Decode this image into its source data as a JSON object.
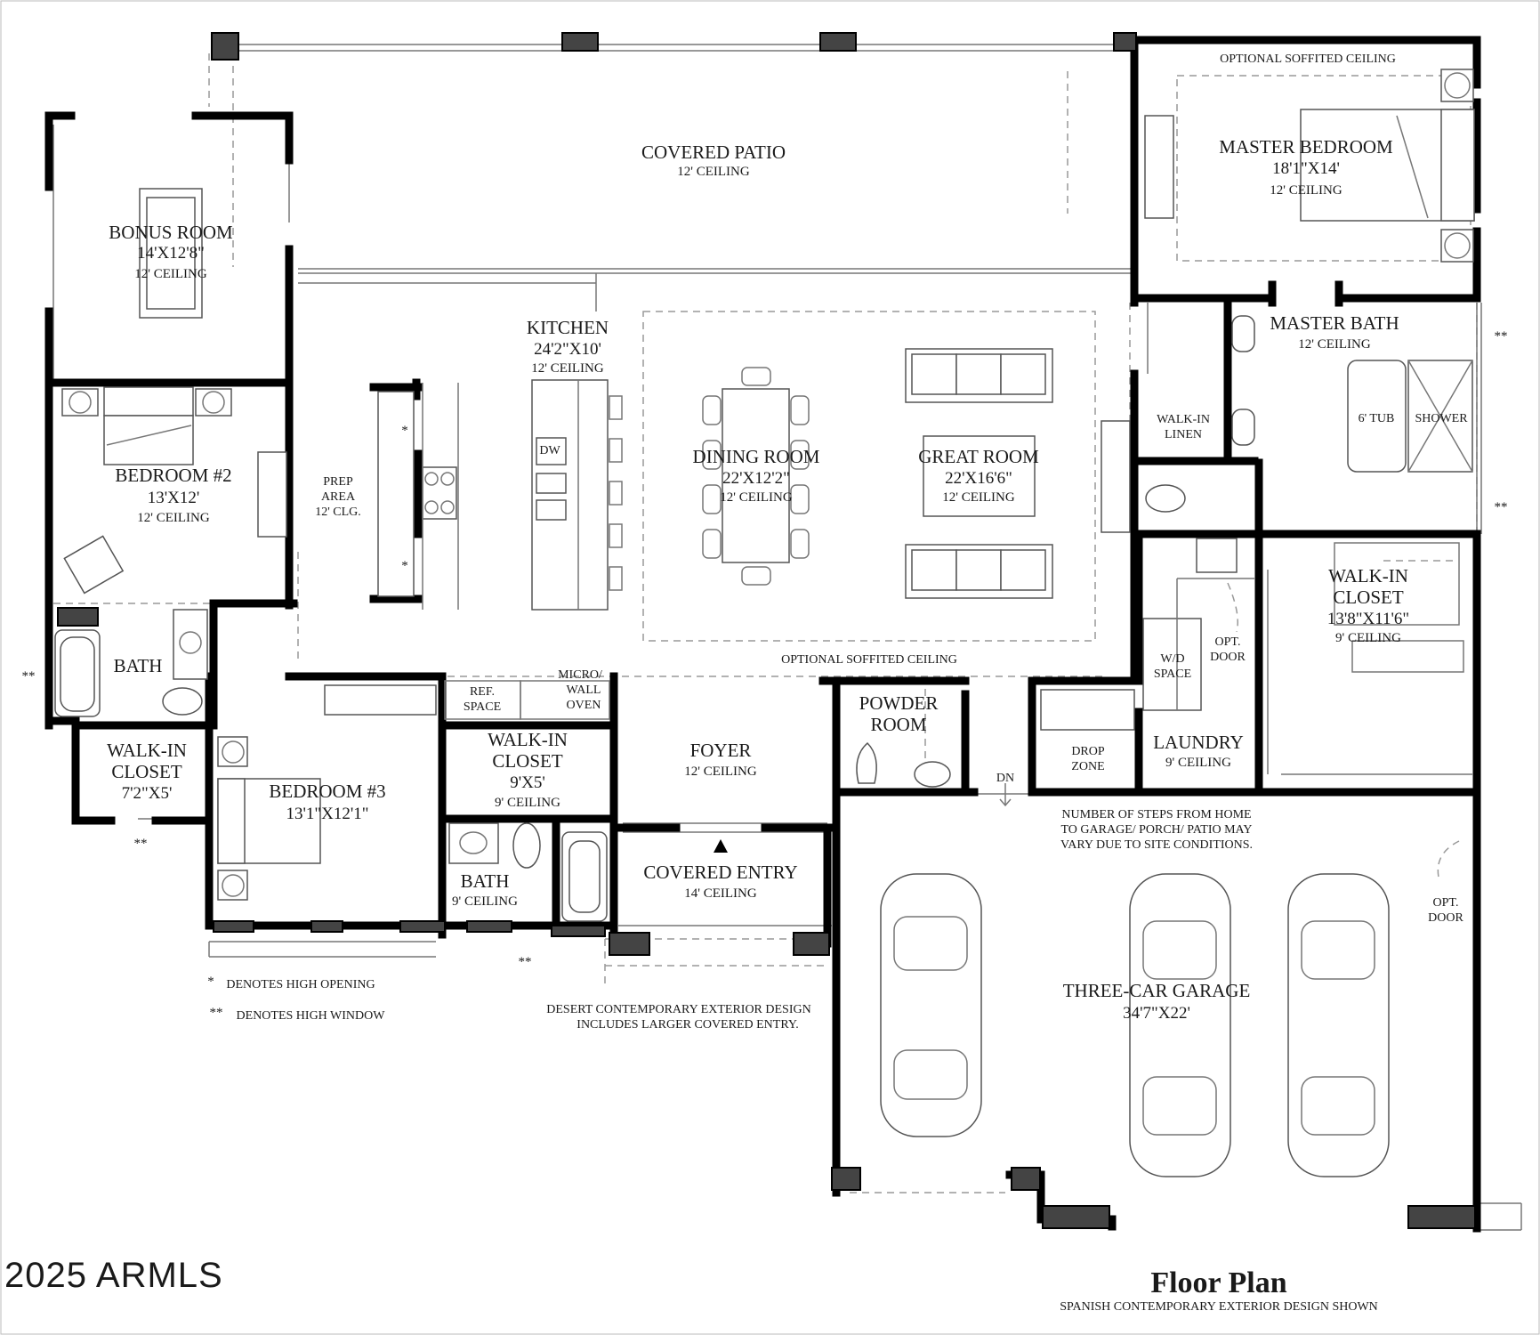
{
  "rooms": {
    "covered_patio": {
      "name": "COVERED PATIO",
      "ceiling": "12' CEILING"
    },
    "master_bedroom": {
      "name": "MASTER BEDROOM",
      "dims": "18'1\"X14'",
      "ceiling": "12' CEILING"
    },
    "bonus_room": {
      "name": "BONUS ROOM",
      "dims": "14'X12'8\"",
      "ceiling": "12' CEILING"
    },
    "kitchen": {
      "name": "KITCHEN",
      "dims": "24'2\"X10'",
      "ceiling": "12' CEILING"
    },
    "master_bath": {
      "name": "MASTER BATH",
      "ceiling": "12' CEILING"
    },
    "walkin_linen": {
      "line1": "WALK-IN",
      "line2": "LINEN"
    },
    "bedroom2": {
      "name": "BEDROOM #2",
      "dims": "13'X12'",
      "ceiling": "12' CEILING"
    },
    "prep_area": {
      "line1": "PREP",
      "line2": "AREA",
      "ceiling": "12' CLG."
    },
    "dining_room": {
      "name": "DINING ROOM",
      "dims": "22'X12'2\"",
      "ceiling": "12' CEILING"
    },
    "great_room": {
      "name": "GREAT ROOM",
      "dims": "22'X16'6\"",
      "ceiling": "12' CEILING"
    },
    "walkin_closet_master": {
      "line1": "WALK-IN",
      "line2": "CLOSET",
      "dims": "13'8\"X11'6\"",
      "ceiling": "9' CEILING"
    },
    "bath_left": {
      "name": "BATH"
    },
    "walkin_closet_left": {
      "line1": "WALK-IN",
      "line2": "CLOSET",
      "dims": "7'2\"X5'"
    },
    "bedroom3": {
      "name": "BEDROOM #3",
      "dims": "13'1\"X12'1\""
    },
    "walkin_closet_mid": {
      "line1": "WALK-IN",
      "line2": "CLOSET",
      "dims": "9'X5'",
      "ceiling": "9' CEILING"
    },
    "foyer": {
      "name": "FOYER",
      "ceiling": "12' CEILING"
    },
    "powder_room": {
      "line1": "POWDER",
      "line2": "ROOM"
    },
    "drop_zone": {
      "line1": "DROP",
      "line2": "ZONE"
    },
    "laundry": {
      "name": "LAUNDRY",
      "ceiling": "9' CEILING"
    },
    "bath_mid": {
      "name": "BATH",
      "ceiling": "9' CEILING"
    },
    "covered_entry": {
      "name": "COVERED ENTRY",
      "ceiling": "14' CEILING"
    },
    "garage": {
      "name": "THREE-CAR GARAGE",
      "dims": "34'7\"X22'"
    }
  },
  "labels": {
    "optional_soffited_top": "OPTIONAL SOFFITED CEILING",
    "optional_soffited_mid": "OPTIONAL SOFFITED CEILING",
    "dw": "DW",
    "star": "*",
    "double_star": "**",
    "ref_space": [
      "REF.",
      "SPACE"
    ],
    "micro_wall_oven": [
      "MICRO/",
      "WALL",
      "OVEN"
    ],
    "six_tub": "6' TUB",
    "shower": "SHOWER",
    "wd_space": [
      "W/D",
      "SPACE"
    ],
    "opt_door": [
      "OPT.",
      "DOOR"
    ],
    "opt_door_garage": [
      "OPT.",
      "DOOR"
    ],
    "dn": "DN"
  },
  "notes": {
    "high_opening": "DENOTES HIGH OPENING",
    "high_window": "DENOTES HIGH WINDOW",
    "steps": [
      "NUMBER OF STEPS FROM HOME",
      "TO GARAGE/ PORCH/ PATIO MAY",
      "VARY DUE TO SITE CONDITIONS."
    ],
    "desert": [
      "DESERT CONTEMPORARY EXTERIOR DESIGN",
      "INCLUDES LARGER COVERED ENTRY."
    ]
  },
  "watermark": "2025 ARMLS",
  "title": "Floor Plan",
  "subtitle": "SPANISH CONTEMPORARY EXTERIOR DESIGN SHOWN"
}
